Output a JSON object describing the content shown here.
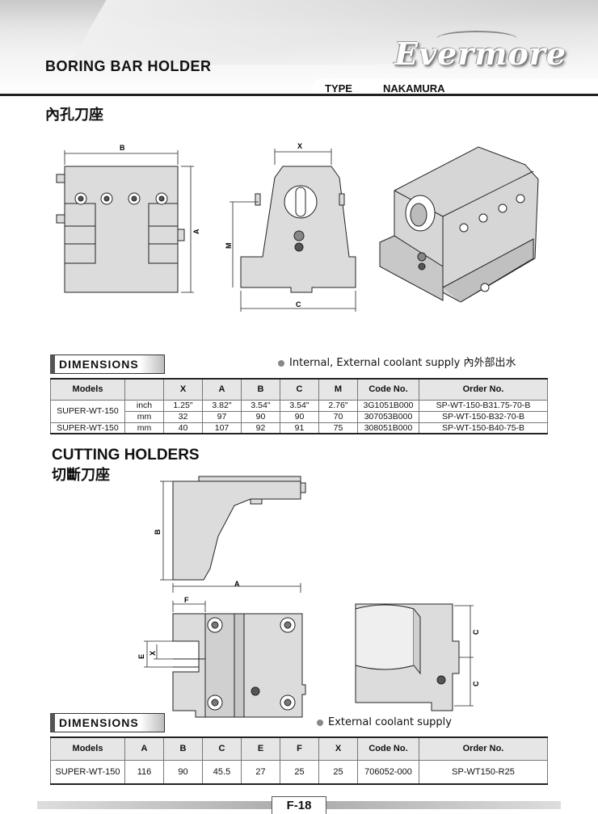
{
  "header": {
    "title": "BORING BAR HOLDER",
    "brand": "Evermore",
    "type_label": "TYPE",
    "type_value": "NAKAMURA"
  },
  "section1": {
    "cn_title": "內孔刀座",
    "dims_tag": "DIMENSIONS",
    "note": "Internal, External coolant supply 內外部出水",
    "labels": {
      "B": "B",
      "A": "A",
      "X": "X",
      "M": "M",
      "C": "C"
    },
    "table": {
      "headers": [
        "Models",
        "",
        "X",
        "A",
        "B",
        "C",
        "M",
        "Code No.",
        "Order No."
      ],
      "rows": [
        {
          "model": "SUPER-WT-150",
          "unit": "inch",
          "X": "1.25\"",
          "A": "3.82\"",
          "B": "3.54\"",
          "C": "3.54\"",
          "M": "2.76\"",
          "code": "3G1051B000",
          "order": "SP-WT-150-B31.75-70-B"
        },
        {
          "model": "",
          "unit": "mm",
          "X": "32",
          "A": "97",
          "B": "90",
          "C": "90",
          "M": "70",
          "code": "307053B000",
          "order": "SP-WT-150-B32-70-B"
        },
        {
          "model": "SUPER-WT-150",
          "unit": "mm",
          "X": "40",
          "A": "107",
          "B": "92",
          "C": "91",
          "M": "75",
          "code": "308051B000",
          "order": "SP-WT-150-B40-75-B"
        }
      ]
    }
  },
  "section2": {
    "title": "CUTTING HOLDERS",
    "cn_title": "切斷刀座",
    "dims_tag": "DIMENSIONS",
    "note": "External coolant supply",
    "labels": {
      "B": "B",
      "A": "A",
      "F": "F",
      "E": "E",
      "X": "X",
      "C1": "C",
      "C2": "C"
    },
    "table": {
      "headers": [
        "Models",
        "A",
        "B",
        "C",
        "E",
        "F",
        "X",
        "Code No.",
        "Order No."
      ],
      "rows": [
        {
          "model": "SUPER-WT-150",
          "A": "116",
          "B": "90",
          "C": "45.5",
          "E": "27",
          "F": "25",
          "X": "25",
          "code": "706052-000",
          "order": "SP-WT150-R25"
        }
      ]
    }
  },
  "footer": {
    "page": "F-18"
  }
}
